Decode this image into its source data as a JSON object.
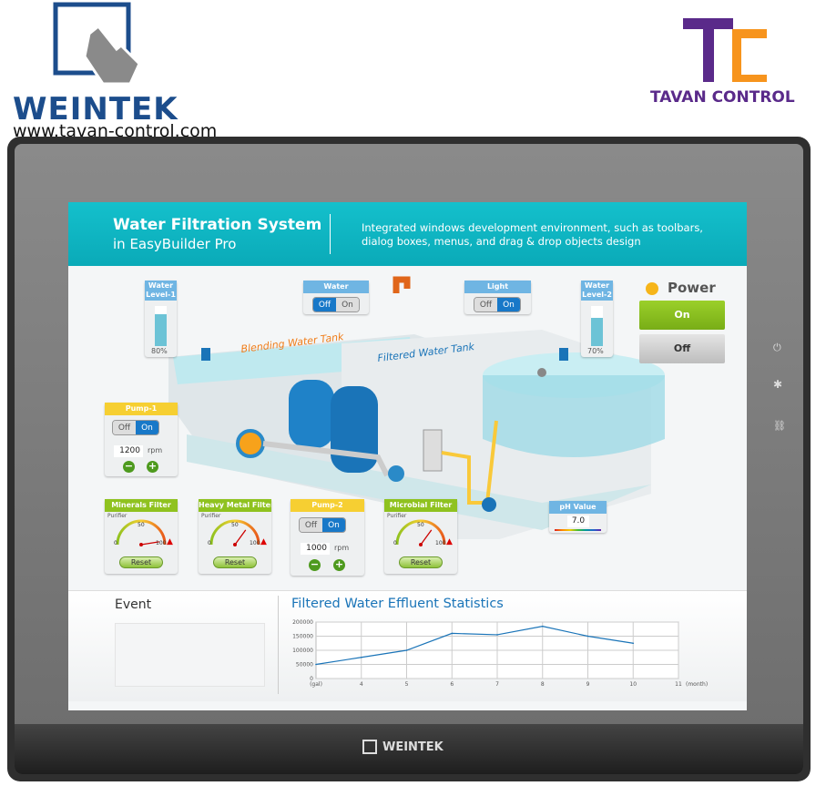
{
  "logos": {
    "weintek_text": "WEINTEK",
    "url": "www.tavan-control.com",
    "tavan_text": "TAVAN CONTROL",
    "bezel_brand": "WEINTEK"
  },
  "header": {
    "title": "Water Filtration System",
    "subtitle": "in EasyBuilder Pro",
    "description_line1": "Integrated windows development environment, such as toolbars,",
    "description_line2": "dialog boxes, menus, and drag & drop objects design"
  },
  "water_level_1": {
    "title": "Water Level-1",
    "value": "80%",
    "level": 0.8
  },
  "water_level_2": {
    "title": "Water Level-2",
    "value": "70%",
    "level": 0.7
  },
  "water_switch": {
    "title": "Water",
    "off": "Off",
    "on": "On",
    "state": "Off"
  },
  "light_switch": {
    "title": "Light",
    "off": "Off",
    "on": "On",
    "state": "On"
  },
  "power": {
    "title": "Power",
    "on": "On",
    "off": "Off"
  },
  "tanks": {
    "blending": "Blending Water Tank",
    "filtered": "Filtered Water Tank"
  },
  "pump1": {
    "title": "Pump-1",
    "off": "Off",
    "on": "On",
    "rpm": "1200",
    "unit": "rpm"
  },
  "pump2": {
    "title": "Pump-2",
    "off": "Off",
    "on": "On",
    "rpm": "1000",
    "unit": "rpm"
  },
  "filters": [
    {
      "title": "Minerals Filter",
      "label": "Purifier",
      "min": "0",
      "mid": "50",
      "max": "100",
      "reset": "Reset",
      "value": 95
    },
    {
      "title": "Heavy Metal Filter",
      "label": "Purifier",
      "min": "0",
      "mid": "50",
      "max": "100",
      "reset": "Reset",
      "value": 70
    },
    {
      "title": "Microbial Filter",
      "label": "Purifier",
      "min": "0",
      "mid": "50",
      "max": "100",
      "reset": "Reset",
      "value": 70
    }
  ],
  "ph": {
    "title": "pH Value",
    "value": "7.0"
  },
  "event": {
    "title": "Event"
  },
  "colors": {
    "teal": "#0fb5c2",
    "green": "#8fc21f",
    "blue": "#1878c8",
    "yellow": "#f6cf32"
  },
  "chart_data": {
    "type": "line",
    "title": "Filtered Water Effluent Statistics",
    "xlabel": "(month)",
    "ylabel": "(gal)",
    "x": [
      3,
      4,
      5,
      6,
      7,
      8,
      9,
      10
    ],
    "values": [
      50000,
      75000,
      100000,
      160000,
      155000,
      185000,
      150000,
      125000
    ],
    "xticks": [
      "4",
      "5",
      "6",
      "7",
      "8",
      "9",
      "10",
      "11"
    ],
    "yticks": [
      "0",
      "50000",
      "100000",
      "150000",
      "200000"
    ],
    "xlim": [
      3,
      11
    ],
    "ylim": [
      0,
      200000
    ],
    "grid": true
  }
}
